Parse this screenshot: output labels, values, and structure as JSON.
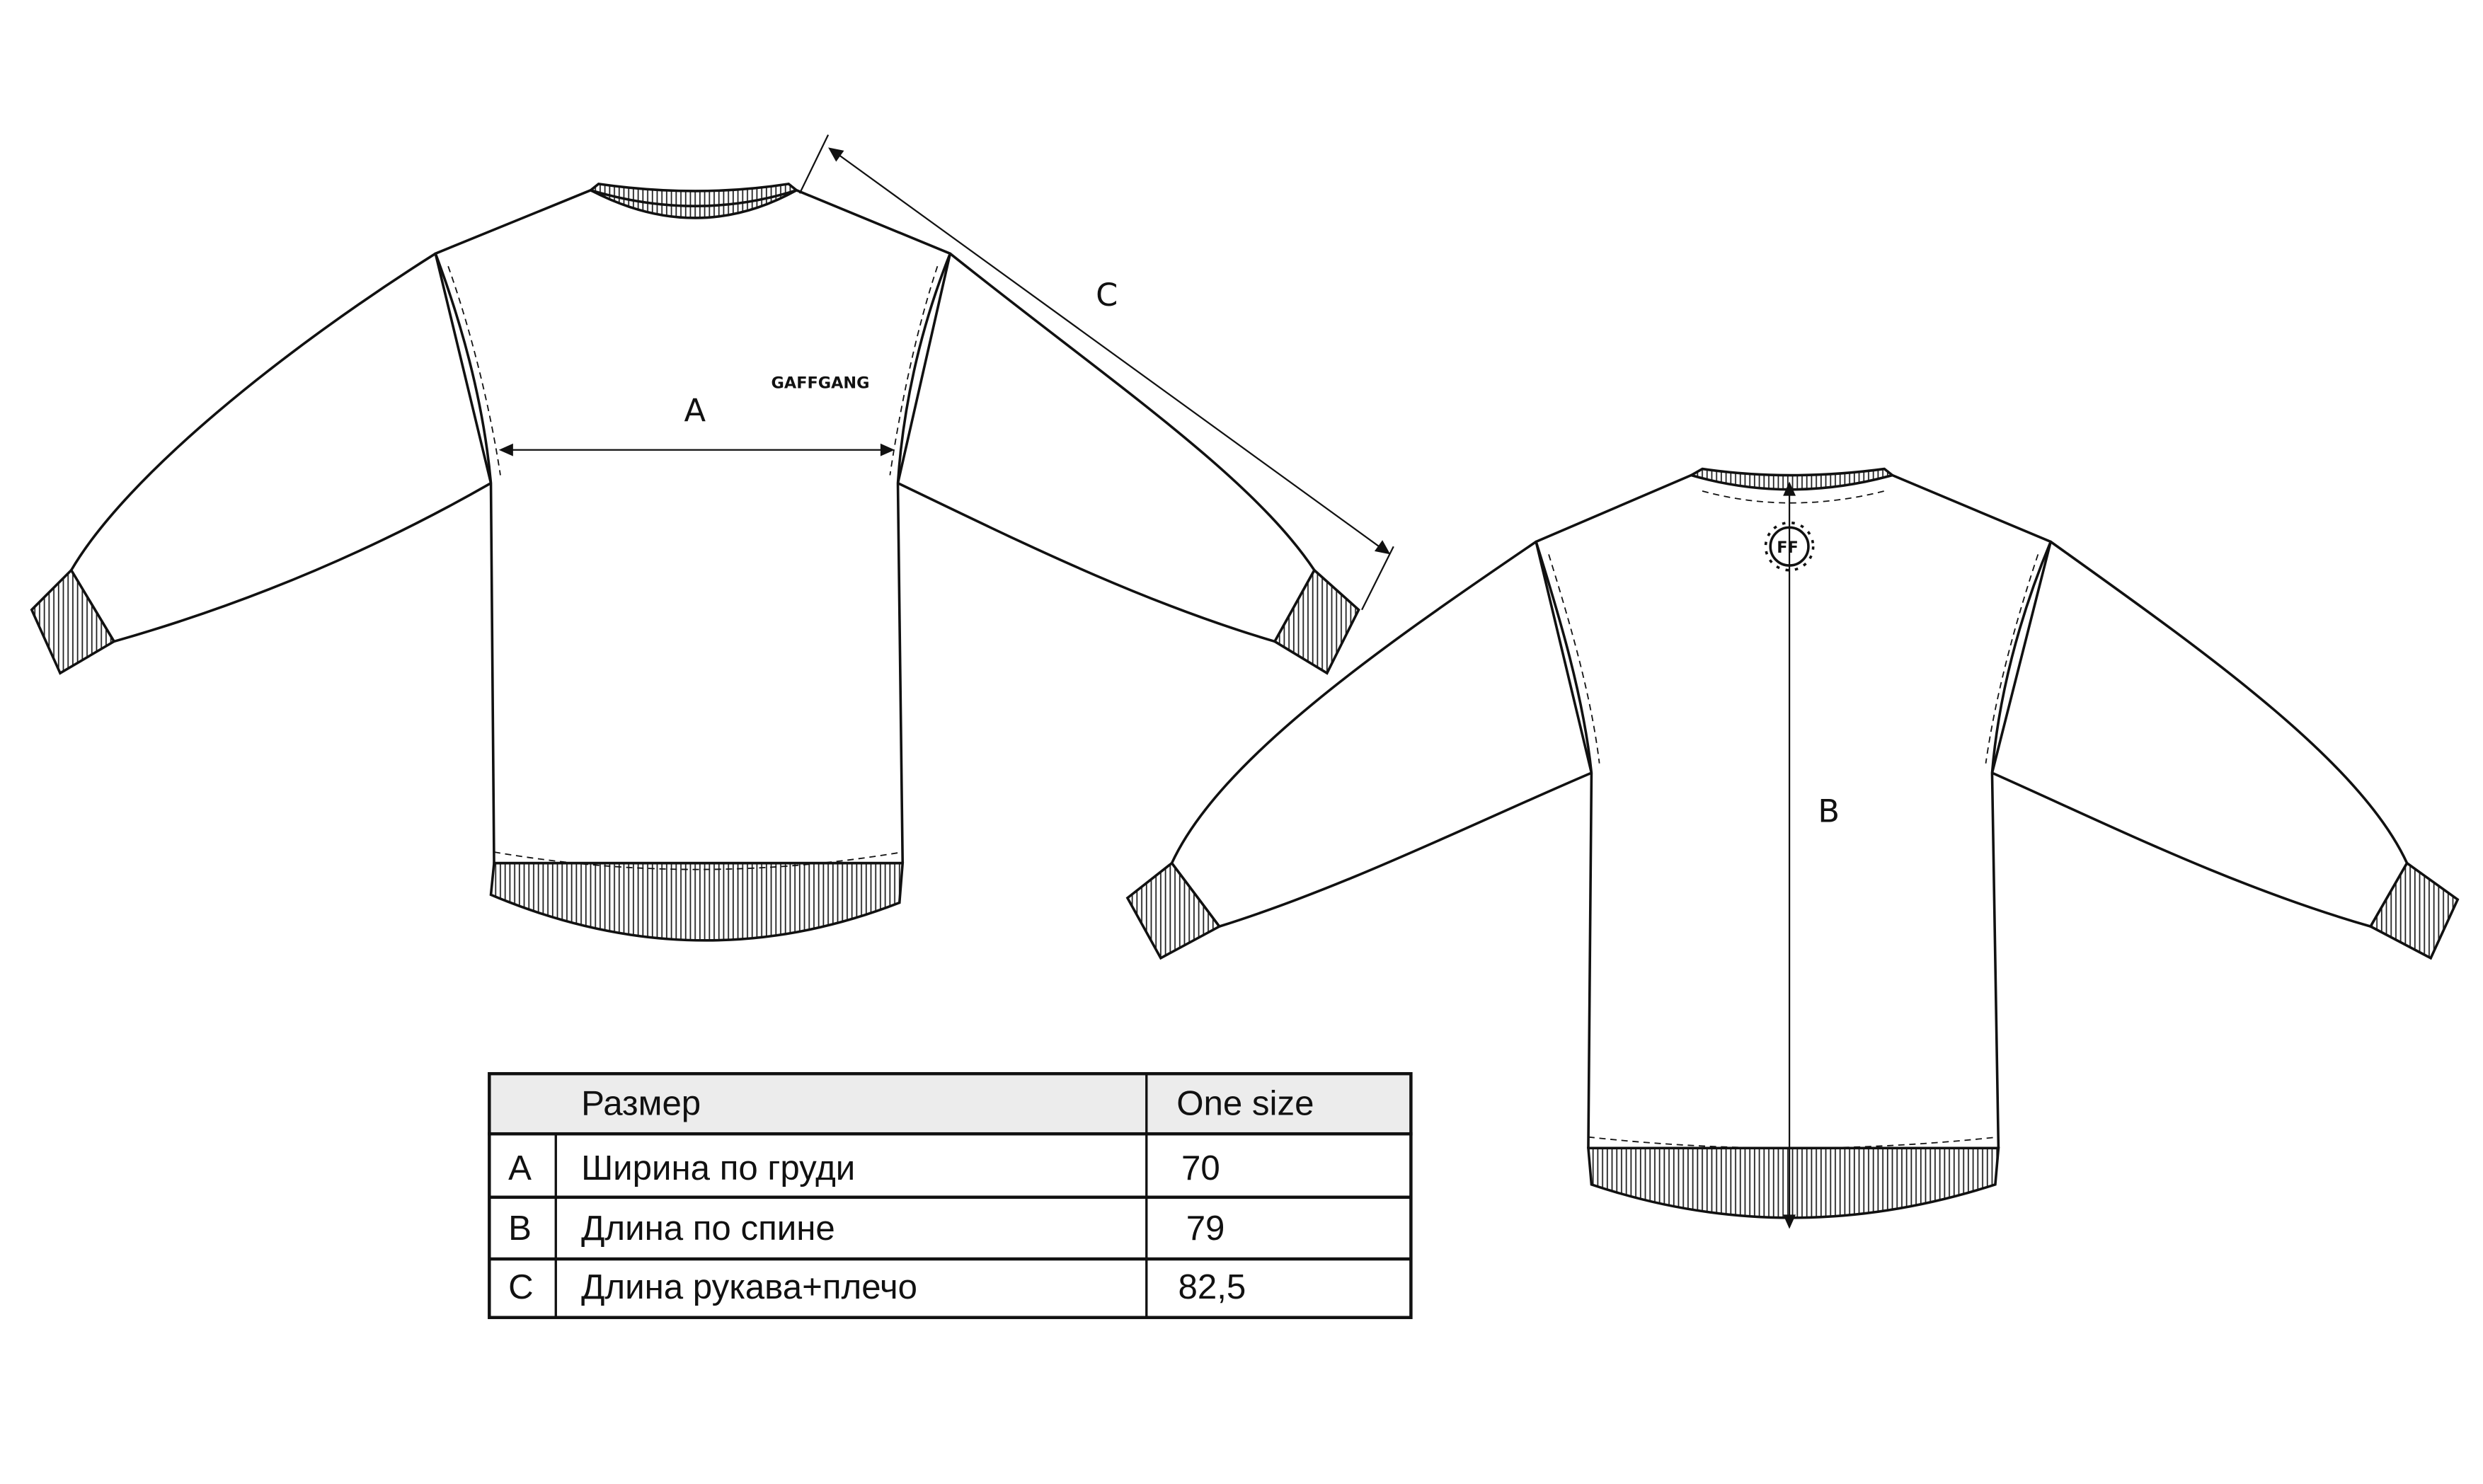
{
  "brand_logo": "GAFFGANG",
  "labels": {
    "a": "A",
    "b": "B",
    "c": "C"
  },
  "table": {
    "header": {
      "size_label": "Размер",
      "size_value": "One size"
    },
    "rows": [
      {
        "code": "A",
        "name": "Ширина по груди",
        "value": "70"
      },
      {
        "code": "B",
        "name": "Длина по спине",
        "value": "79"
      },
      {
        "code": "C",
        "name": "Длина рукава+плечо",
        "value": "82,5"
      }
    ]
  },
  "colors": {
    "header_bg": "#ececec",
    "line": "#111111"
  }
}
